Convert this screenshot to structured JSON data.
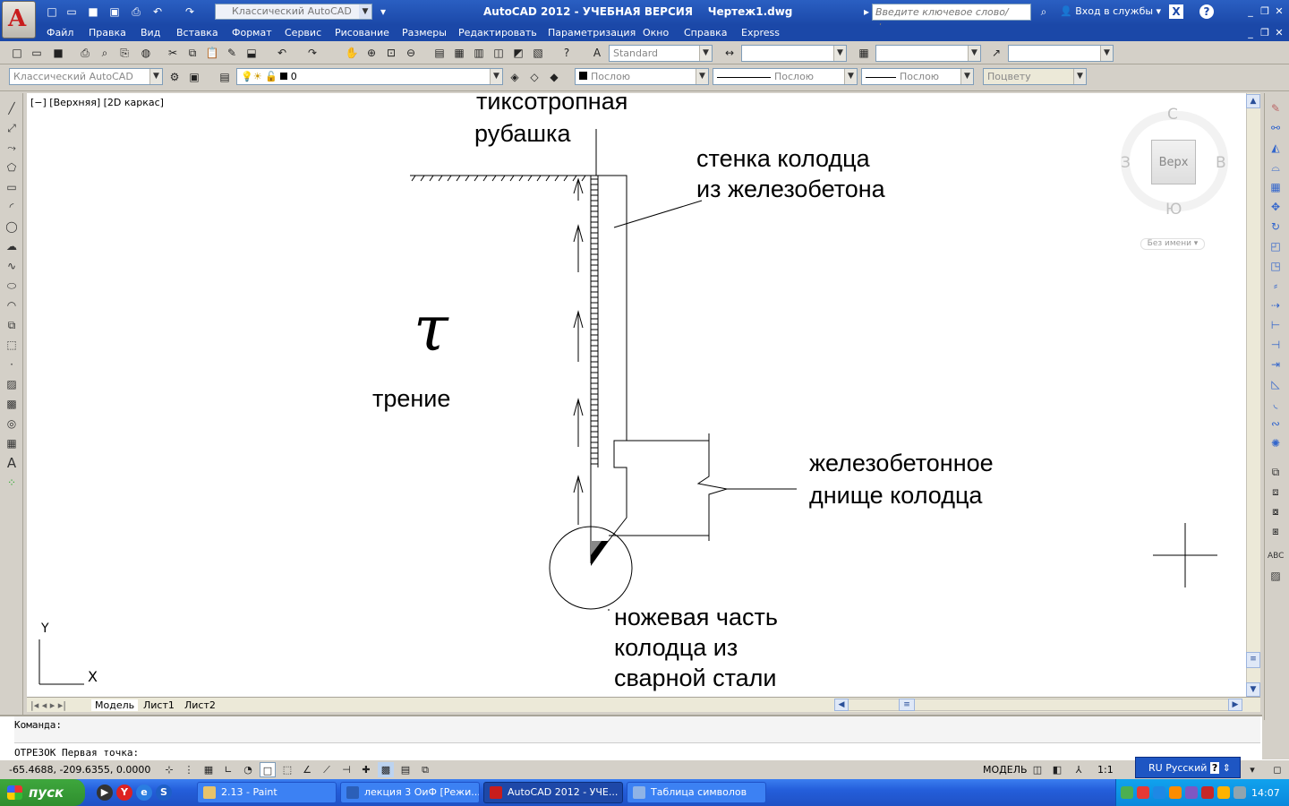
{
  "titlebar": {
    "logo_letter": "A",
    "workspace": "Классический AutoCAD",
    "title": "AutoCAD 2012 - УЧЕБНАЯ ВЕРСИЯ    Чертеж1.dwg",
    "search_placeholder": "Введите ключевое слово/фразу",
    "login": "Вход в службы"
  },
  "menu": [
    "Файл",
    "Правка",
    "Вид",
    "Вставка",
    "Формат",
    "Сервис",
    "Рисование",
    "Размеры",
    "Редактировать",
    "Параметризация",
    "Окно",
    "Справка",
    "Express"
  ],
  "toolbar_styles": {
    "text_style": "Standard",
    "dim_style": "",
    "table_style": "",
    "mleader_style": ""
  },
  "toolbar_layers": {
    "workspace": "Классический AutoCAD",
    "layer": "0",
    "color": "Послою",
    "linetype": "Послою",
    "lineweight": "Послою",
    "plotstyle": "Поцвету"
  },
  "viewport": {
    "label": "[−] [Верхняя] [2D каркас]"
  },
  "drawing": {
    "label_jacket_1": "тиксотропная",
    "label_jacket_2": "рубашка",
    "label_wall_1": "стенка колодца",
    "label_wall_2": "из железобетона",
    "tau": "τ",
    "label_friction": "трение",
    "label_bottom_1": "железобетонное",
    "label_bottom_2": "днище колодца",
    "label_knife_1": "ножевая часть",
    "label_knife_2": "колодца из",
    "label_knife_3": "сварной стали"
  },
  "viewcube": {
    "north": "С",
    "south": "Ю",
    "west": "З",
    "east": "В",
    "face": "Верх",
    "ucs": "Без имени"
  },
  "ucs_icon": {
    "y": "Y",
    "x": "X"
  },
  "tabs": [
    "Модель",
    "Лист1",
    "Лист2"
  ],
  "command": {
    "prompt": "Команда:",
    "history": "ОТРЕЗОК Первая точка:"
  },
  "status": {
    "coords": "-65.4688, -209.6355, 0.0000",
    "model": "МОДЕЛЬ",
    "scale": "1:1",
    "language": "RU Русский"
  },
  "taskbar": {
    "start": "пуск",
    "tasks": [
      "2.13 - Paint",
      "лекция 3 ОиФ [Режи...",
      "AutoCAD 2012 - УЧЕ...",
      "Таблица символов"
    ],
    "clock": "14:07"
  }
}
